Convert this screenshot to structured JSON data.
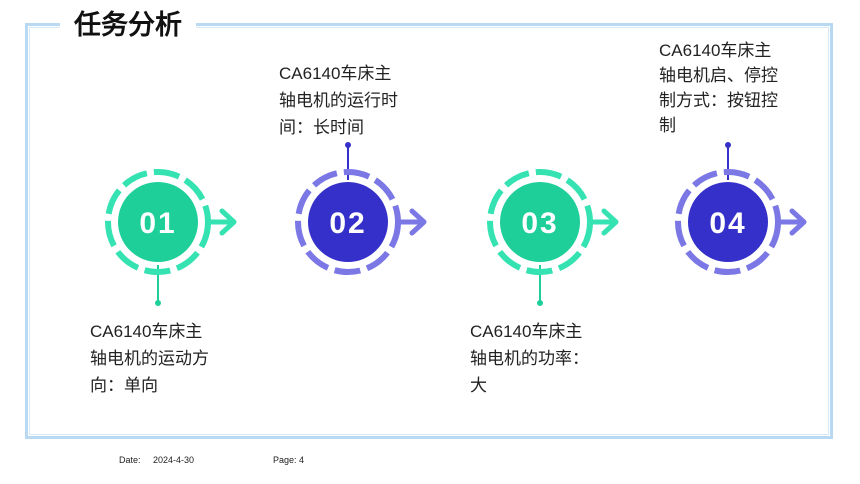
{
  "title": "任务分析",
  "colors": {
    "green": "#1ecf9a",
    "green_ring": "#35e2b2",
    "blue": "#3530c9",
    "blue_ring": "#7b78e6",
    "frame": "#b9d9f2"
  },
  "steps": [
    {
      "number": "01",
      "color": "green",
      "text_position": "below",
      "lines": [
        "CA6140车床主",
        "轴电机的运动方",
        "向：单向"
      ]
    },
    {
      "number": "02",
      "color": "blue",
      "text_position": "above",
      "lines": [
        "CA6140车床主",
        "轴电机的运行时",
        "间：长时间"
      ]
    },
    {
      "number": "03",
      "color": "green",
      "text_position": "below",
      "lines": [
        "CA6140车床主",
        "轴电机的功率：",
        "大"
      ]
    },
    {
      "number": "04",
      "color": "blue",
      "text_position": "above",
      "lines": [
        "CA6140车床主",
        "轴电机启、停控",
        "制方式：按钮控",
        "制"
      ]
    }
  ],
  "footer": {
    "date_label": "Date:",
    "date_value": "2024-4-30",
    "page_label": "Page: 4"
  }
}
